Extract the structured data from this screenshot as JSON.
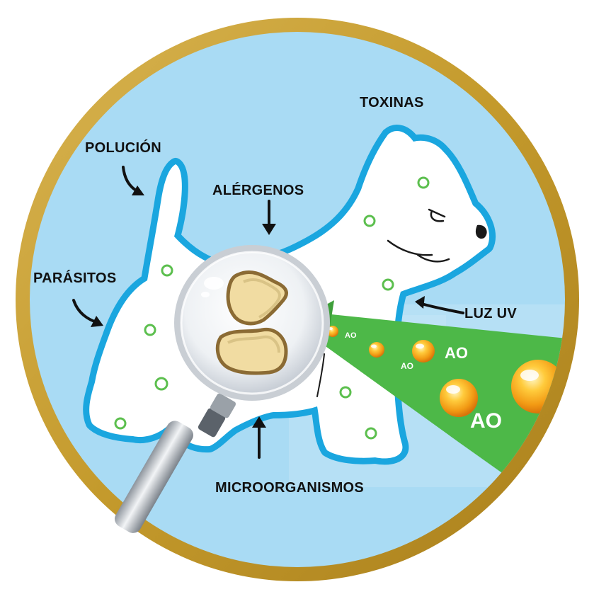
{
  "labels": {
    "toxinas": "TOXINAS",
    "polucion": "POLUCIÓN",
    "alergenos": "ALÉRGENOS",
    "parasitos": "PARÁSITOS",
    "luz_uv": "LUZ UV",
    "microorganismos": "MICROORGANISMOS"
  },
  "antioxidants": {
    "label": "AO"
  },
  "colors": {
    "badge_ring": "#c8a236",
    "background_sky": "#a9dbf4",
    "dog_outline": "#1aa6df",
    "dog_body": "#ffffff",
    "green_beam": "#4db848",
    "antioxidant_orb": "#f6a21b",
    "allergen_particle": "#f1dca2",
    "allergen_outline": "#8b6b34"
  },
  "icons": [
    "magnifying-glass-icon",
    "arrow-icon",
    "antioxidant-orb-icon",
    "allergen-particle-icon",
    "green-dot-icon"
  ]
}
